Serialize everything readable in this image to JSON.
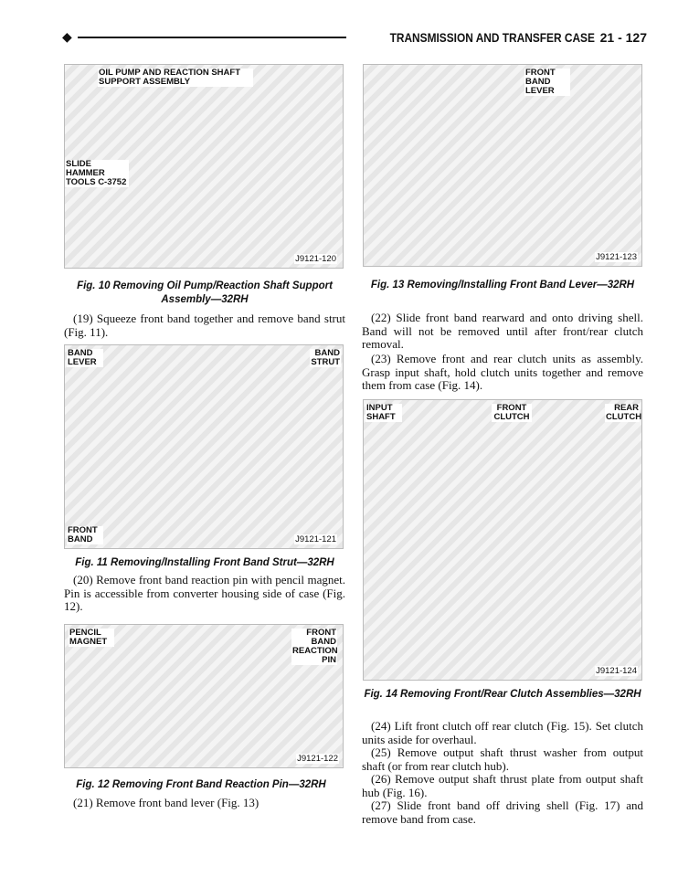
{
  "header": {
    "title": "TRANSMISSION AND TRANSFER CASE",
    "page": "21 - 127"
  },
  "fig10": {
    "labels": [
      "OIL PUMP AND REACTION SHAFT SUPPORT ASSEMBLY",
      "SLIDE HAMMER TOOLS C-3752"
    ],
    "id": "J9121-120",
    "caption": "Fig. 10 Removing Oil Pump/Reaction Shaft Support Assembly—32RH"
  },
  "p19": "(19) Squeeze front band together and remove band strut (Fig. 11).",
  "fig11": {
    "labels": [
      "BAND LEVER",
      "BAND STRUT",
      "FRONT BAND"
    ],
    "id": "J9121-121",
    "caption": "Fig. 11 Removing/Installing Front Band Strut—32RH"
  },
  "p20": "(20) Remove front band reaction pin with pencil magnet. Pin is accessible from converter housing side of case (Fig. 12).",
  "fig12": {
    "labels": [
      "PENCIL MAGNET",
      "FRONT BAND REACTION PIN"
    ],
    "id": "J9121-122",
    "caption": "Fig. 12 Removing Front Band Reaction Pin—32RH"
  },
  "p21": "(21) Remove front band lever (Fig. 13)",
  "fig13": {
    "labels": [
      "FRONT BAND LEVER"
    ],
    "id": "J9121-123",
    "caption": "Fig. 13 Removing/Installing Front Band Lever—32RH"
  },
  "p22": "(22) Slide front band rearward and onto driving shell. Band will not be removed until after front/rear clutch removal.",
  "p23": "(23) Remove front and rear clutch units as assembly. Grasp input shaft, hold clutch units together and remove them from case (Fig. 14).",
  "fig14": {
    "labels": [
      "INPUT SHAFT",
      "FRONT CLUTCH",
      "REAR CLUTCH"
    ],
    "id": "J9121-124",
    "caption": "Fig. 14 Removing Front/Rear Clutch Assemblies—32RH"
  },
  "p24": "(24) Lift front clutch off rear clutch (Fig. 15). Set clutch units aside for overhaul.",
  "p25": "(25) Remove output shaft thrust washer from output shaft (or from rear clutch hub).",
  "p26": "(26) Remove output shaft thrust plate from output shaft hub (Fig. 16).",
  "p27": "(27) Slide front band off driving shell (Fig. 17) and remove band from case."
}
